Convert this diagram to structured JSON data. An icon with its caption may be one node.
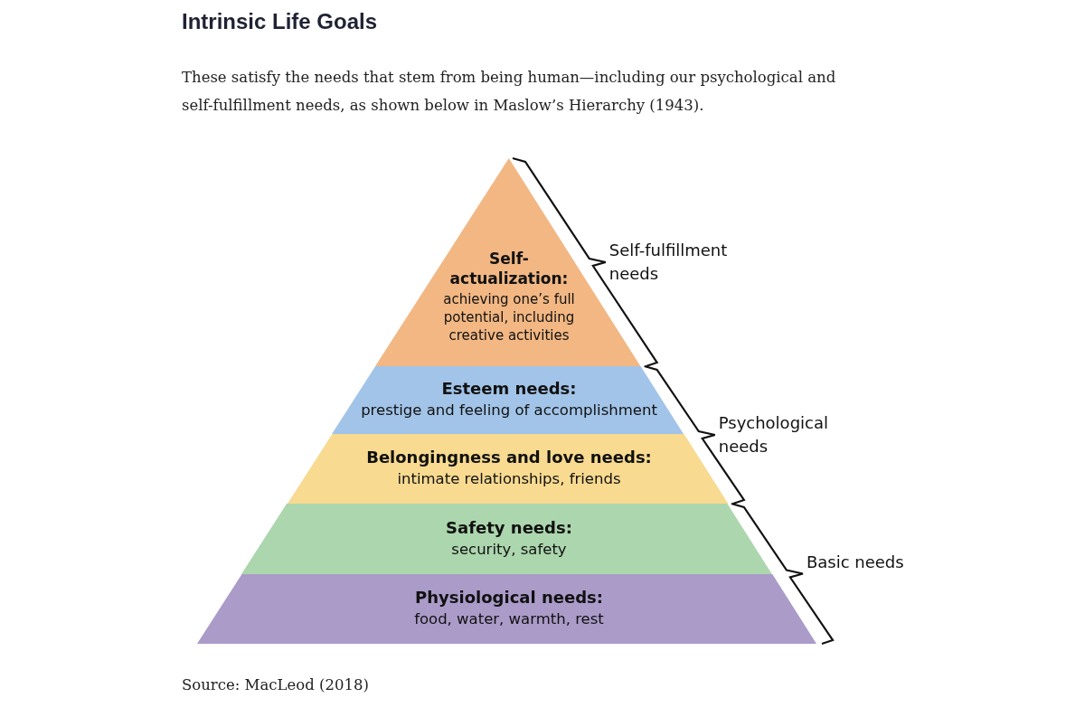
{
  "diagram": {
    "title": "Intrinsic Life Goals",
    "caption": "Source: MacLeod (2018)",
    "nodes": [
      {
        "text": [
          "Self-actualization:",
          "achieving one’s full potential, including creative activities"
        ]
      },
      {
        "text": [
          "Esteem needs:",
          "prestige and feeling of accomplishment"
        ]
      },
      {
        "text": [
          "Belongingness and love needs:",
          "intimate relationships, friends"
        ]
      },
      {
        "text": [
          "Safety needs:",
          "security, safety"
        ]
      },
      {
        "text": [
          "Physiological needs:",
          "food, water, warmth, rest"
        ]
      }
    ],
    "labels": [
      "These satisfy the needs that stem from being human—including our psychological and self-fulfillment needs, as shown below in Maslow’s Hierarchy (1943).",
      "Self-fulfillment needs",
      "Psychological needs",
      "Basic needs"
    ]
  }
}
